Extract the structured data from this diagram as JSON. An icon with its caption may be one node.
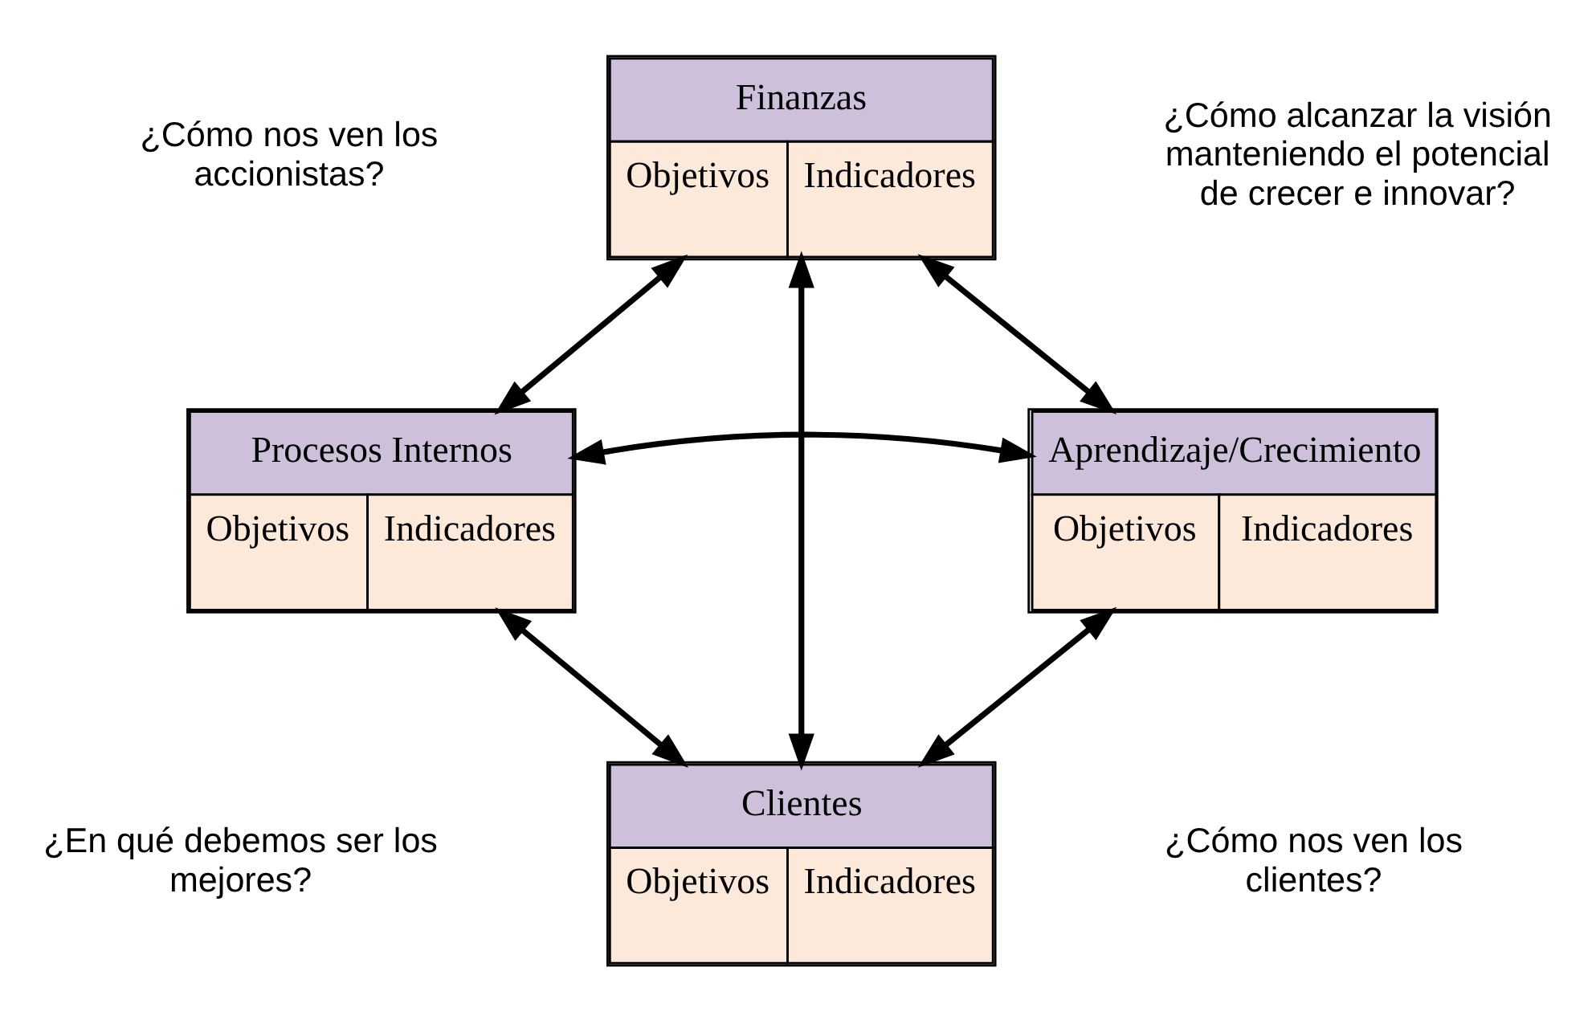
{
  "diagram": {
    "nodes": [
      {
        "text": [
          "Finanzas",
          "Objetivos",
          "Indicadores"
        ]
      },
      {
        "text": [
          "Procesos Internos",
          "Objetivos",
          "Indicadores"
        ]
      },
      {
        "text": [
          "Aprendizaje/Crecimiento",
          "Objetivos",
          "Indicadores"
        ]
      },
      {
        "text": [
          "Clientes",
          "Objetivos",
          "Indicadores"
        ]
      }
    ],
    "edges": [
      {
        "from": 0,
        "to": 1,
        "arrow": "both"
      },
      {
        "from": 0,
        "to": 2,
        "arrow": "both"
      },
      {
        "from": 0,
        "to": 3,
        "arrow": "both"
      },
      {
        "from": 1,
        "to": 2,
        "arrow": "both"
      },
      {
        "from": 1,
        "to": 3,
        "arrow": "both"
      },
      {
        "from": 2,
        "to": 3,
        "arrow": "both"
      }
    ],
    "labels": [
      "¿Cómo alcanzar la visión manteniendo el potencial de crecer e innovar?",
      "¿Cómo nos ven los accionistas?",
      "¿Cómo nos ven los clientes?",
      "¿En qué debemos ser los mejores?"
    ]
  }
}
